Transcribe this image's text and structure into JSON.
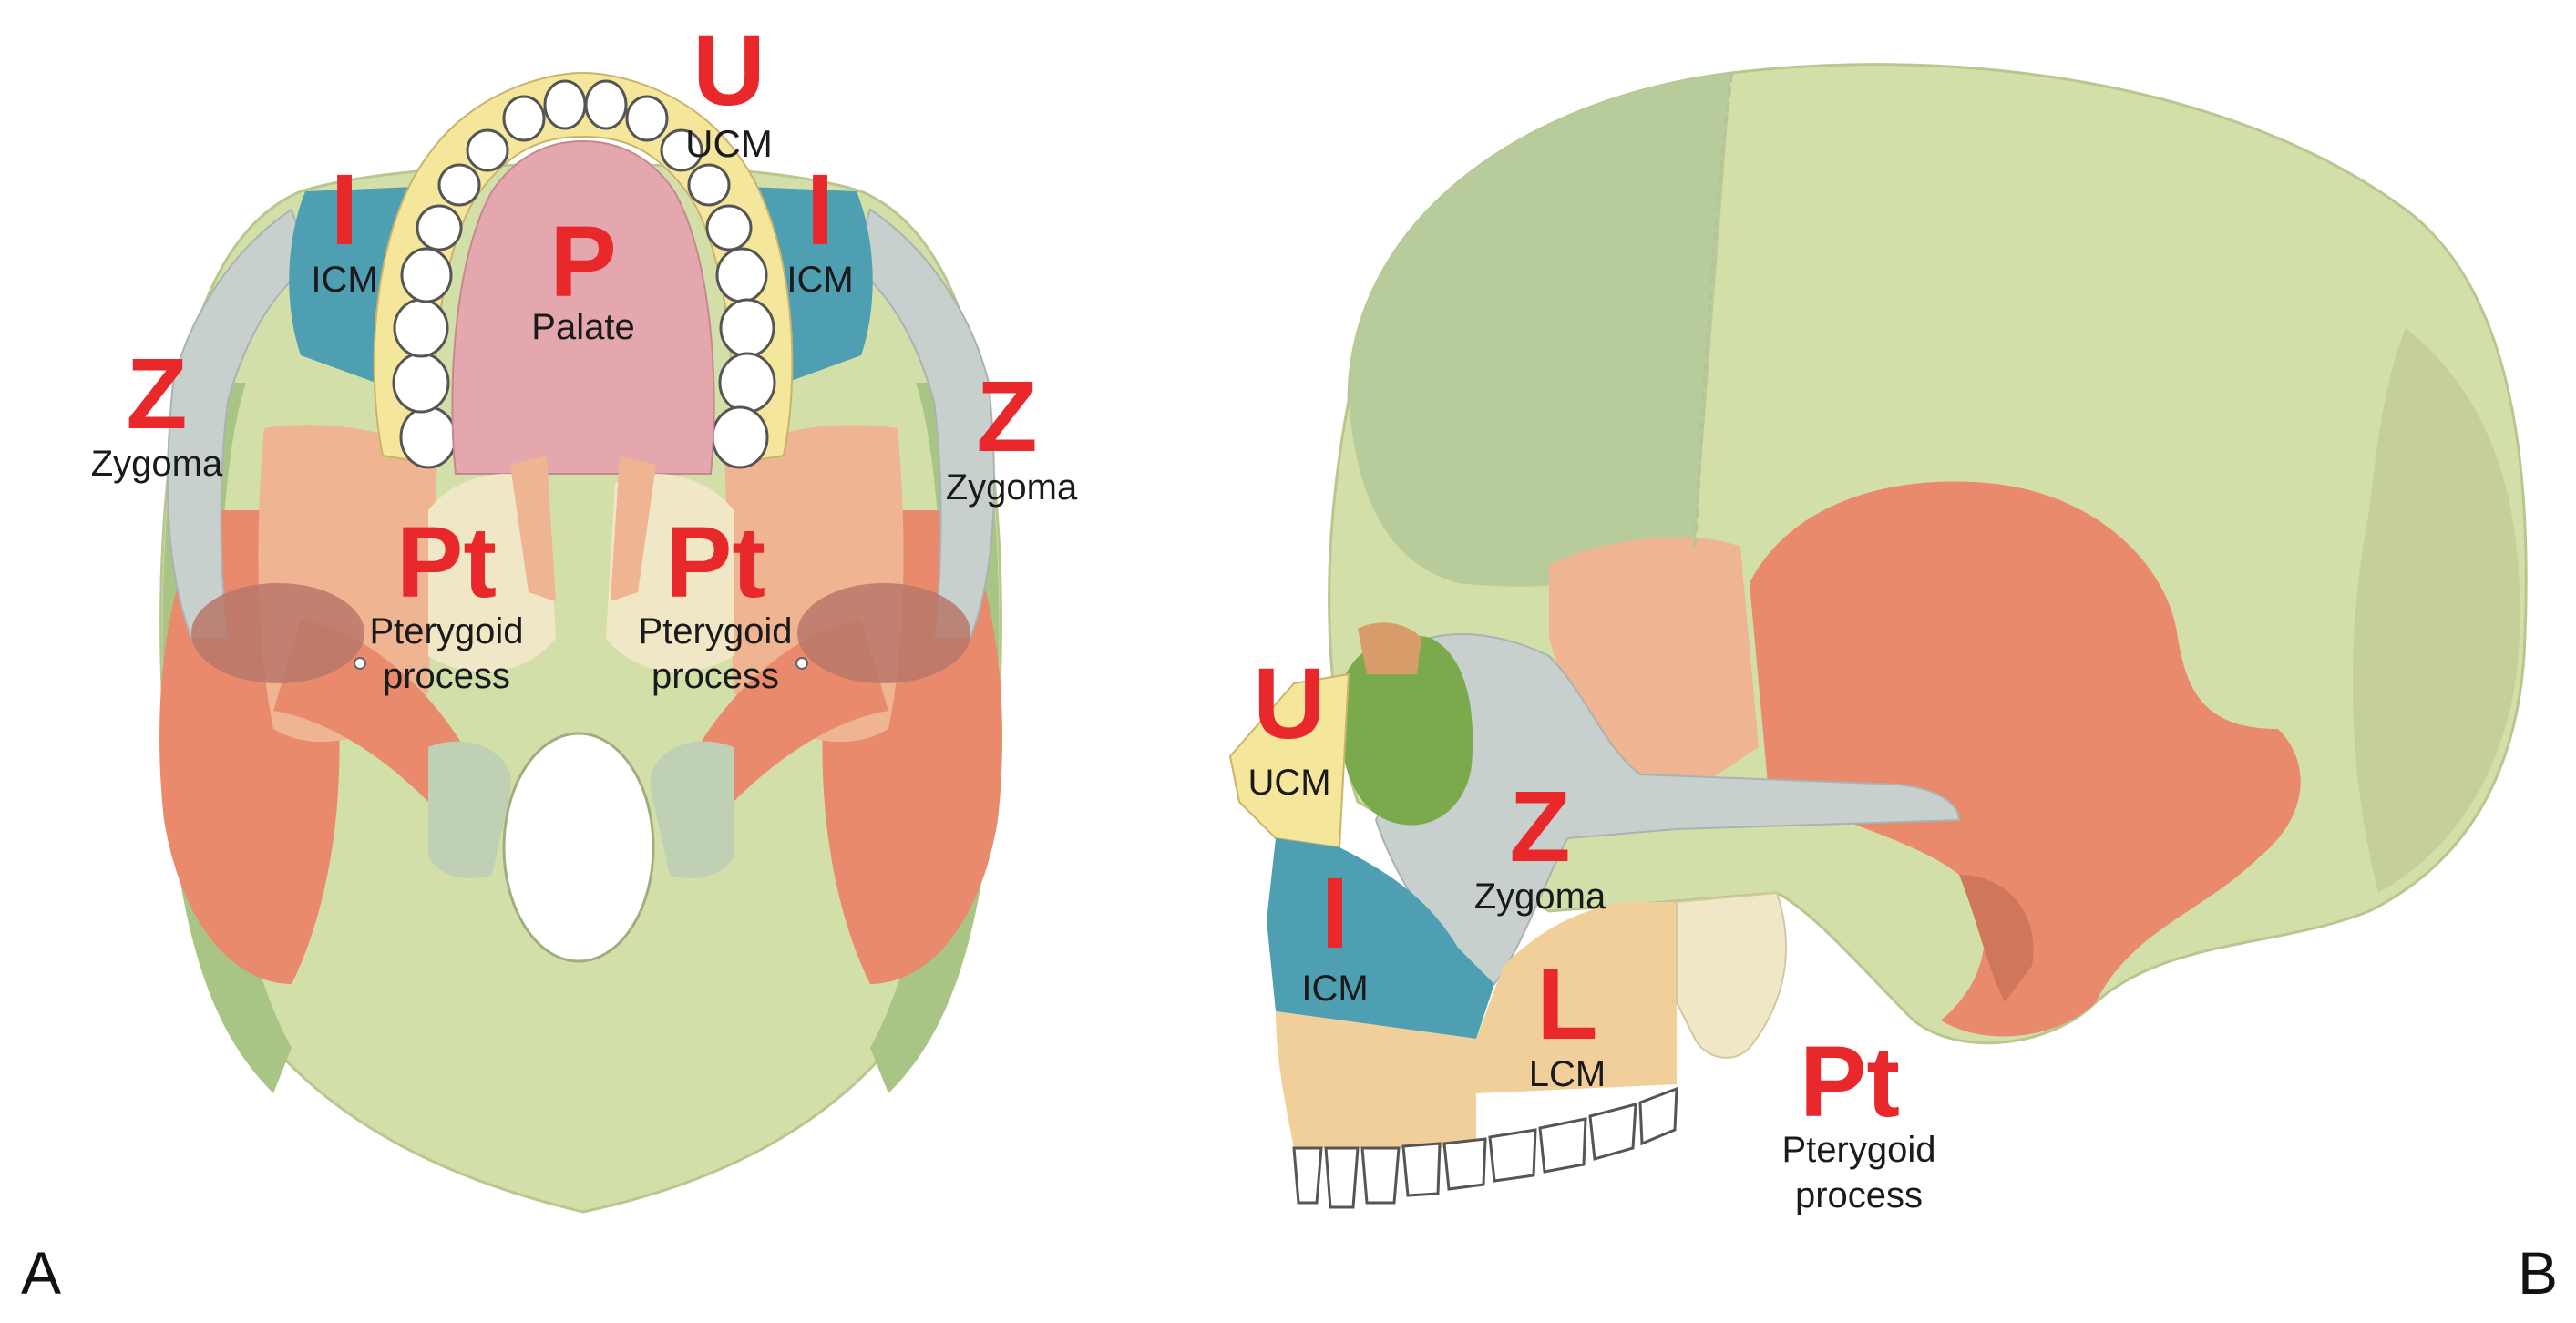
{
  "panel_a": {
    "letter": "A",
    "labels": {
      "u_letter": "U",
      "u_text": "UCM",
      "i_left_letter": "I",
      "i_left_text": "ICM",
      "i_right_letter": "I",
      "i_right_text": "ICM",
      "p_letter": "P",
      "p_text": "Palate",
      "z_left_letter": "Z",
      "z_left_text": "Zygoma",
      "z_right_letter": "Z",
      "z_right_text": "Zygoma",
      "pt_left_letter": "Pt",
      "pt_left_line1": "Pterygoid",
      "pt_left_line2": "process",
      "pt_right_letter": "Pt",
      "pt_right_line1": "Pterygoid",
      "pt_right_line2": "process"
    }
  },
  "panel_b": {
    "letter": "B",
    "labels": {
      "u_letter": "U",
      "u_text": "UCM",
      "z_letter": "Z",
      "z_text": "Zygoma",
      "i_letter": "I",
      "i_text": "ICM",
      "l_letter": "L",
      "l_text": "LCM",
      "pt_letter": "Pt",
      "pt_line1": "Pterygoid",
      "pt_line2": "process"
    }
  },
  "colors": {
    "label_red": "#e8282a",
    "skull_green": "#d3dfa8",
    "dark_green": "#a9c585",
    "ucm_yellow": "#f4e69a",
    "icm_teal": "#4f9fb3",
    "palate_pink": "#e3a7ad",
    "zygoma_gray": "#c8d0ce",
    "orange": "#e98a6c",
    "peach": "#efb592",
    "lcm_tan": "#f1cf9a",
    "pterygoid_cream": "#f0e7c6"
  }
}
